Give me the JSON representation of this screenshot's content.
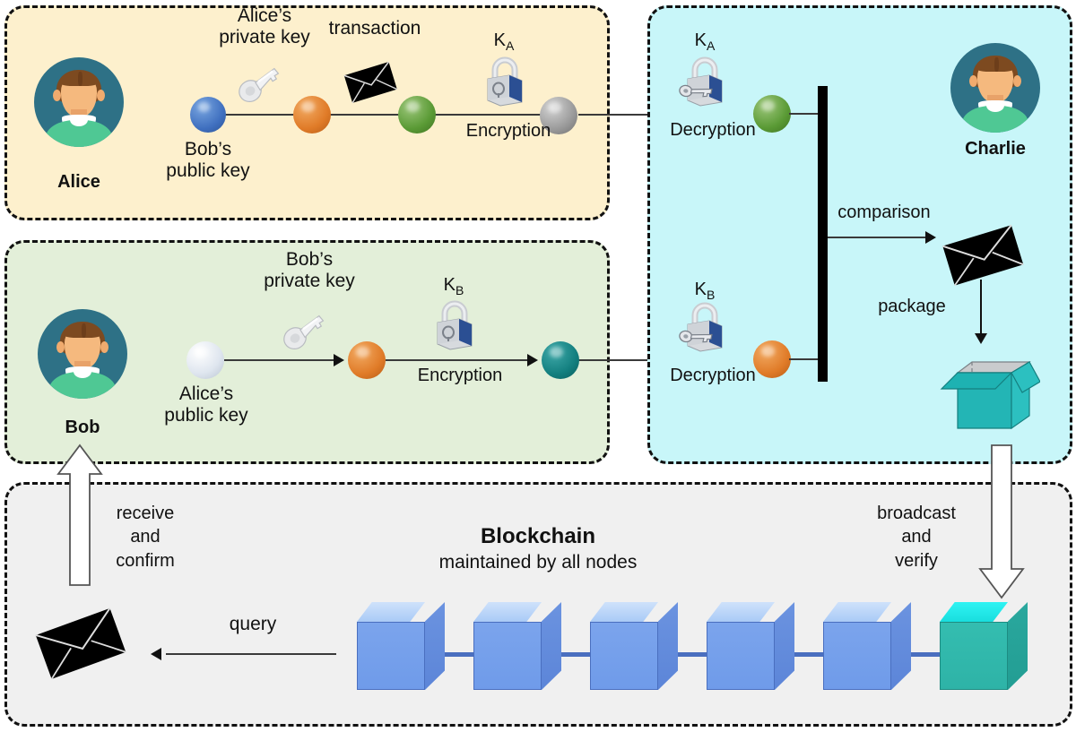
{
  "diagram": {
    "title": "Blockchain transaction signing, encryption and verification flow"
  },
  "panels": {
    "alice": {
      "bg_color": "#fdf0cd",
      "actor_name": "Alice",
      "labels": {
        "public_key": "Bob’s\npublic key",
        "private_key": "Alice’s\nprivate key",
        "transaction": "transaction",
        "key_symbol": "K",
        "key_subscript": "A",
        "encryption": "Encryption"
      }
    },
    "bob": {
      "bg_color": "#e3efd9",
      "actor_name": "Bob",
      "labels": {
        "public_key": "Alice’s\npublic key",
        "private_key": "Bob’s\nprivate key",
        "key_symbol": "K",
        "key_subscript": "B",
        "encryption": "Encryption"
      }
    },
    "charlie": {
      "bg_color": "#c8f6f9",
      "actor_name": "Charlie",
      "labels": {
        "key_a_symbol": "K",
        "key_a_subscript": "A",
        "key_b_symbol": "K",
        "key_b_subscript": "B",
        "decryption_top": "Decryption",
        "decryption_bottom": "Decryption",
        "comparison": "comparison",
        "package": "package"
      }
    },
    "blockchain": {
      "bg_color": "#f0f0f0",
      "title": "Blockchain",
      "subtitle": "maintained by all nodes",
      "labels": {
        "receive_and_confirm": "receive\nand\nconfirm",
        "broadcast_and_verify": "broadcast\nand\nverify",
        "query": "query"
      },
      "blocks": [
        {
          "index": 1,
          "color": "#7ba4ec",
          "state": "existing"
        },
        {
          "index": 2,
          "color": "#7ba4ec",
          "state": "existing"
        },
        {
          "index": 3,
          "color": "#7ba4ec",
          "state": "existing"
        },
        {
          "index": 4,
          "color": "#7ba4ec",
          "state": "existing"
        },
        {
          "index": 5,
          "color": "#7ba4ec",
          "state": "existing"
        },
        {
          "index": 6,
          "color": "#2fb8ae",
          "state": "new"
        }
      ]
    }
  },
  "nodes": {
    "alice_row": [
      {
        "name": "bobs-public-key-node",
        "color": "#3f6fbf"
      },
      {
        "name": "signed-node",
        "color": "#e07b28"
      },
      {
        "name": "transaction-node",
        "color": "#5a9a35"
      },
      {
        "name": "encrypted-node",
        "color": "#9a9a9a"
      }
    ],
    "bob_row": [
      {
        "name": "alices-public-key-node",
        "color": "#dfe6ef"
      },
      {
        "name": "signed-node",
        "color": "#e07b28"
      },
      {
        "name": "encrypted-node",
        "color": "#137f7f"
      }
    ],
    "charlie_col": [
      {
        "name": "decrypted-node-a",
        "color": "#5a9a35"
      },
      {
        "name": "decrypted-node-b",
        "color": "#e07b28"
      }
    ]
  },
  "icons": {
    "key": "key-icon",
    "padlock": "padlock-icon",
    "padlock_with_key": "padlock-with-key-icon",
    "envelope": "envelope-icon",
    "package_box": "open-box-icon",
    "avatar": "person-avatar-icon"
  },
  "colors": {
    "panel_alice": "#fdf0cd",
    "panel_bob": "#e3efd9",
    "panel_charlie": "#c8f6f9",
    "panel_chain": "#f0f0f0",
    "avatar_circle": "#2e7186",
    "block_blue": "#7ba4ec",
    "block_new_teal": "#2fb8ae",
    "box_teal": "#23b5b5",
    "border_dashed": "#111111"
  }
}
